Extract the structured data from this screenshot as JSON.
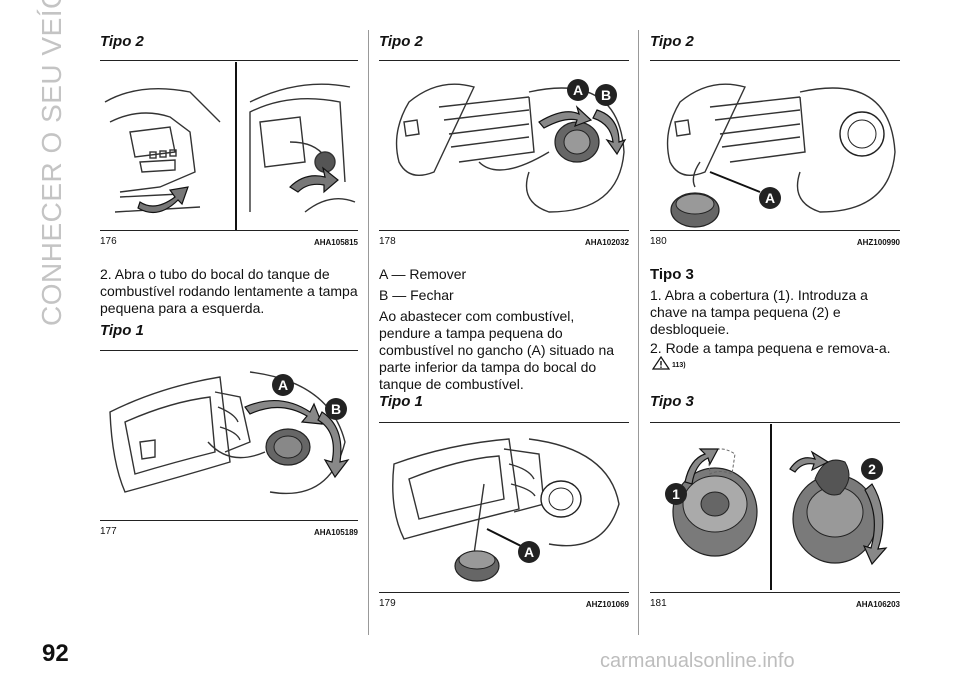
{
  "side_title": "CONHECER O SEU VEÍCULO",
  "page_number": "92",
  "watermark": "carmanualsonline.info",
  "col1": {
    "heading_top": "Tipo 2",
    "fig176": {
      "num": "176",
      "code": "AHA105815"
    },
    "step2": "2. Abra o tubo do bocal do tanque de combustível rodando lentamente a tampa pequena para a esquerda.",
    "heading_mid": "Tipo 1",
    "fig177": {
      "num": "177",
      "code": "AHA105189"
    }
  },
  "col2": {
    "heading_top": "Tipo 2",
    "fig178": {
      "num": "178",
      "code": "AHA102032"
    },
    "legend_a": "A — Remover",
    "legend_b": "B — Fechar",
    "paragraph": "Ao abastecer com combustível, pendure a tampa pequena do combustível no gancho (A) situado na parte inferior da tampa do bocal do tanque de combustível.",
    "heading_mid": "Tipo 1",
    "fig179": {
      "num": "179",
      "code": "AHZ101069"
    }
  },
  "col3": {
    "heading_top": "Tipo 2",
    "fig180": {
      "num": "180",
      "code": "AHZ100990"
    },
    "heading_tipo3": "Tipo 3",
    "step1": "1. Abra a cobertura (1). Introduza a chave na tampa pequena (2) e desbloqueie.",
    "step2": "2. Rode a tampa pequena e remova-a.",
    "warning_ref": "113)",
    "heading_mid": "Tipo 3",
    "fig181": {
      "num": "181",
      "code": "AHA106203"
    }
  },
  "labels": {
    "a": "A",
    "b": "B",
    "one": "1",
    "two": "2"
  }
}
